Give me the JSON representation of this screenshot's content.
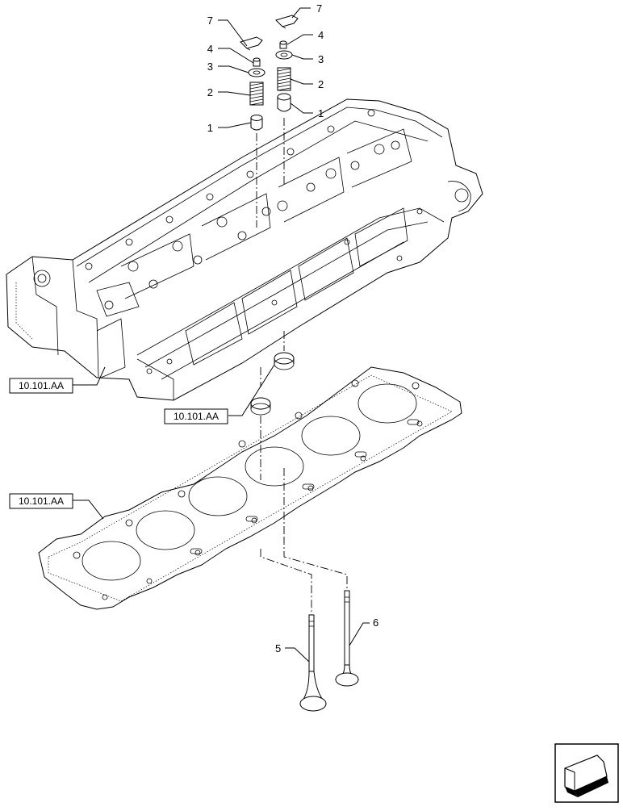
{
  "callouts": {
    "left": {
      "keeper": "7",
      "seal": "4",
      "cap": "3",
      "spring": "2",
      "guide": "1",
      "valve": "5"
    },
    "right": {
      "keeper": "7",
      "seal": "4",
      "cap": "3",
      "spring": "2",
      "guide": "1",
      "valve": "6"
    }
  },
  "references": {
    "head": "10.101.AA",
    "seat": "10.101.AA",
    "gasket": "10.101.AA"
  },
  "icons": {
    "navigation": "page-navigation-arrow-icon"
  }
}
